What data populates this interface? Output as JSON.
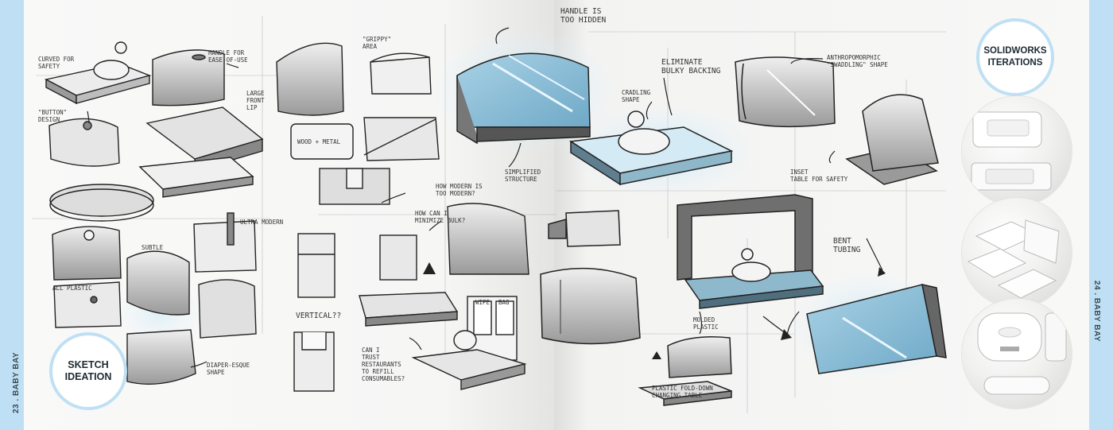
{
  "left_page": {
    "folio_number": "23",
    "folio_title": ". BABY BAY",
    "badge": "SKETCH IDEATION"
  },
  "right_page": {
    "folio_number": "24",
    "folio_title": ". BABY BAY",
    "badge": "SOLIDWORKS ITERATIONS"
  },
  "annotations": {
    "curved_for_safety": "CURVED FOR\nSAFETY",
    "handle_ease": "HANDLE FOR\nEASE-OF-USE",
    "grippy_area": "\"GRIPPY\"\nAREA",
    "large_front_lip": "LARGE\nFRONT\nLIP",
    "button_design": "\"BUTTON\"\nDESIGN",
    "wood_metal": "WOOD + METAL",
    "how_modern": "HOW MODERN IS\nTOO MODERN?",
    "minimize_bulk": "HOW CAN I\nMINIMIZE BULK?",
    "ultra_modern": "ULTRA MODERN",
    "subtle": "SUBTLE",
    "all_plastic": "ALL PLASTIC",
    "vertical": "VERTICAL??",
    "diaper_esque": "DIAPER-ESQUE\nSHAPE",
    "trust_restaurants": "CAN I\nTRUST\nRESTAURANTS\nTO REFILL\nCONSUMABLES?",
    "wipe": "WIPE",
    "bag": "BAG",
    "handle_hidden": "HANDLE IS\nTOO HIDDEN",
    "eliminate_backing": "ELIMINATE\nBULKY BACKING",
    "cradling_shape": "CRADLING\nSHAPE",
    "simplified_structure": "SIMPLIFIED\nSTRUCTURE",
    "anthropomorphic": "ANTHROPOMORPHIC\n\"SWADDLING\" SHAPE",
    "inset_table": "INSET\nTABLE FOR SAFETY",
    "bent_tubing": "BENT\nTUBING",
    "molded_plastic": "MOLDED\nPLASTIC",
    "plastic_fold_down": "PLASTIC FOLD-DOWN\nCHANGING TABLE"
  },
  "colors": {
    "accent_blue": "#bfe0f4",
    "render_blue": "#8fc4dc",
    "glow_blue": "#cfe9f7",
    "ink": "#2b2b2b"
  }
}
